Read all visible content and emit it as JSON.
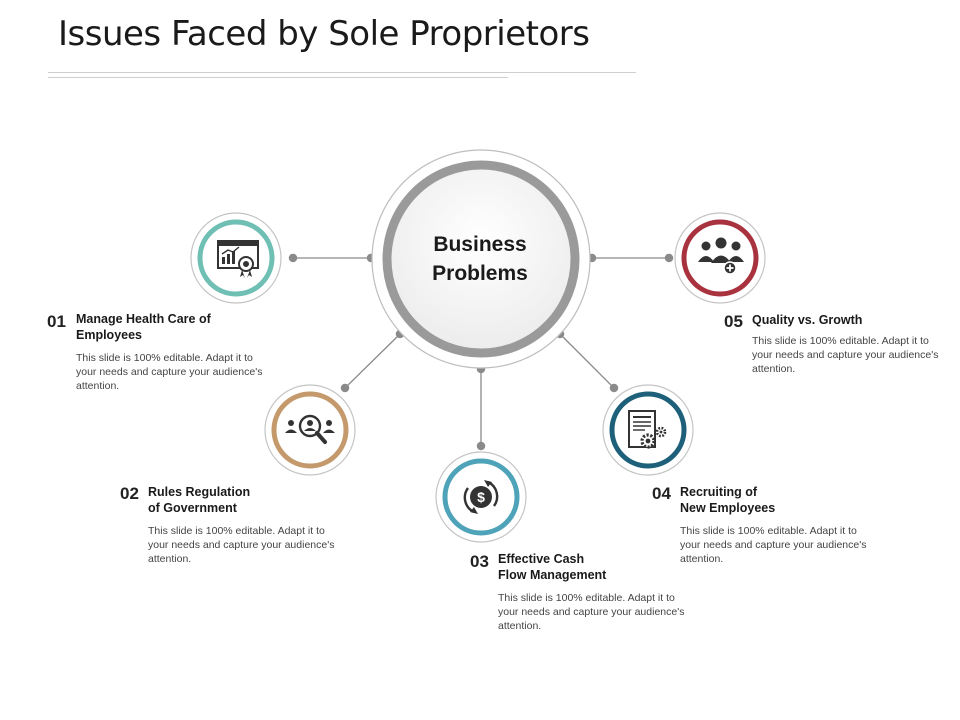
{
  "title": "Issues Faced by Sole Proprietors",
  "center": {
    "line1": "Business",
    "line2": "Problems"
  },
  "items": [
    {
      "number": "01",
      "heading_line1": "Manage Health Care of",
      "heading_line2": "Employees",
      "description": "This slide is 100% editable. Adapt it to your needs and capture your audience's attention.",
      "icon": "analytics-board-award-icon",
      "color": "#6fbfb4"
    },
    {
      "number": "02",
      "heading_line1": "Rules Regulation",
      "heading_line2": "of Government",
      "description": "This slide is 100% editable. Adapt it to your needs and capture your audience's attention.",
      "icon": "people-search-icon",
      "color": "#c49a6c"
    },
    {
      "number": "03",
      "heading_line1": "Effective Cash",
      "heading_line2": "Flow Management",
      "description": "This slide is 100% editable. Adapt it to your needs and capture your audience's attention.",
      "icon": "dollar-cycle-icon",
      "color": "#4fa3b8"
    },
    {
      "number": "04",
      "heading_line1": "Recruiting of",
      "heading_line2": "New Employees",
      "description": "This slide is 100% editable. Adapt it to your needs and capture your audience's attention.",
      "icon": "document-gears-icon",
      "color": "#1e5f7a"
    },
    {
      "number": "05",
      "heading_line1": "Quality vs. Growth",
      "heading_line2": "",
      "description": "This slide is 100% editable. Adapt it to your needs and capture your audience's attention.",
      "icon": "team-add-icon",
      "color": "#a8333f"
    }
  ]
}
